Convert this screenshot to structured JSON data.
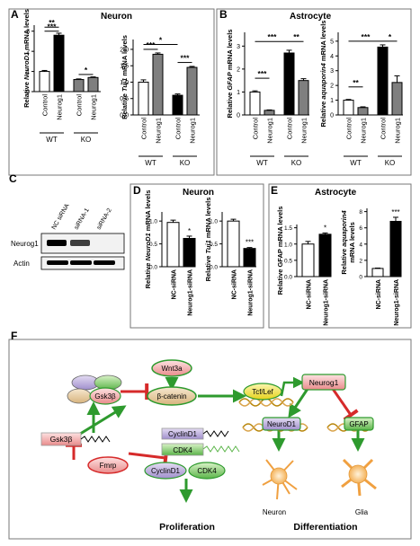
{
  "panels": {
    "A": {
      "letter": "A",
      "title": "Neuron"
    },
    "B": {
      "letter": "B",
      "title": "Astrocyte"
    },
    "C": {
      "letter": "C"
    },
    "D": {
      "letter": "D",
      "title": "Neuron"
    },
    "E": {
      "letter": "E",
      "title": "Astrocyte"
    },
    "F": {
      "letter": "F"
    }
  },
  "blot": {
    "lanes": [
      "NC siRNA",
      "siRNA-1",
      "siRNA-2"
    ],
    "rows": [
      "Neurog1",
      "Actin"
    ],
    "neurog1_intensity": [
      1.0,
      0.75,
      0.0
    ],
    "actin_intensity": [
      1.0,
      1.0,
      1.0
    ]
  },
  "chart_data": [
    {
      "id": "A1",
      "type": "bar",
      "ylabel_prefix": "Relative ",
      "ylabel_gene": "NeuroD1",
      "ylabel_suffix": " mRNA levels",
      "categories": [
        "Control",
        "Neurog1",
        "Control",
        "Neurog1"
      ],
      "groups": [
        {
          "label": "WT",
          "from": 0,
          "to": 1
        },
        {
          "label": "KO",
          "from": 2,
          "to": 3
        }
      ],
      "values": [
        1.0,
        2.8,
        0.6,
        0.7
      ],
      "errors": [
        0.05,
        0.1,
        0.03,
        0.03
      ],
      "colors": [
        "white",
        "black",
        "gray",
        "gray"
      ],
      "yticks": [
        0,
        1,
        2,
        3
      ],
      "ylim": [
        0,
        3.3
      ],
      "sig": [
        {
          "from": 0,
          "to": 1,
          "label": "***",
          "y": 3.0
        },
        {
          "from": 0,
          "to": 1,
          "label": "**",
          "y": 3.2
        },
        {
          "from": 2,
          "to": 3,
          "label": "*",
          "y": 0.85
        }
      ]
    },
    {
      "id": "A2",
      "type": "bar",
      "ylabel_prefix": "Relative ",
      "ylabel_gene": "Tuj1",
      "ylabel_suffix": " mRNA levels",
      "categories": [
        "Control",
        "Neurog1",
        "Control",
        "Neurog1"
      ],
      "groups": [
        {
          "label": "WT",
          "from": 0,
          "to": 1
        },
        {
          "label": "KO",
          "from": 2,
          "to": 3
        }
      ],
      "values": [
        1.0,
        1.85,
        0.6,
        1.45
      ],
      "errors": [
        0.07,
        0.04,
        0.04,
        0.03
      ],
      "colors": [
        "white",
        "gray",
        "black",
        "gray"
      ],
      "yticks": [
        0.0,
        0.5,
        1.0,
        1.5,
        2.0
      ],
      "ylim": [
        0,
        2.3
      ],
      "sig": [
        {
          "from": 0,
          "to": 1,
          "label": "***",
          "y": 2.0
        },
        {
          "from": 0,
          "to": 2,
          "label": "*",
          "y": 2.15
        },
        {
          "from": 2,
          "to": 3,
          "label": "***",
          "y": 1.6
        }
      ]
    },
    {
      "id": "B1",
      "type": "bar",
      "ylabel_prefix": "Relative ",
      "ylabel_gene": "GFAP",
      "ylabel_suffix": " mRNA levels",
      "categories": [
        "Control",
        "Neurog1",
        "Control",
        "Neurog1"
      ],
      "groups": [
        {
          "label": "WT",
          "from": 0,
          "to": 1
        },
        {
          "label": "KO",
          "from": 2,
          "to": 3
        }
      ],
      "values": [
        1.0,
        0.2,
        2.7,
        1.5
      ],
      "errors": [
        0.05,
        0.02,
        0.12,
        0.08
      ],
      "colors": [
        "white",
        "gray",
        "black",
        "gray"
      ],
      "yticks": [
        0,
        1,
        2,
        3
      ],
      "ylim": [
        0,
        3.6
      ],
      "sig": [
        {
          "from": 0,
          "to": 1,
          "label": "***",
          "y": 1.6
        },
        {
          "from": 0,
          "to": 2,
          "label": "***",
          "y": 3.2
        },
        {
          "from": 2,
          "to": 3,
          "label": "**",
          "y": 3.2
        }
      ]
    },
    {
      "id": "B2",
      "type": "bar",
      "ylabel_prefix": "Relative ",
      "ylabel_gene": "aquaporin4",
      "ylabel_suffix": " mRNA levels",
      "categories": [
        "Control",
        "Neurog1",
        "Control",
        "Neurog1"
      ],
      "groups": [
        {
          "label": "WT",
          "from": 0,
          "to": 1
        },
        {
          "label": "KO",
          "from": 2,
          "to": 3
        }
      ],
      "values": [
        1.0,
        0.5,
        4.6,
        2.2
      ],
      "errors": [
        0.05,
        0.05,
        0.15,
        0.45
      ],
      "colors": [
        "white",
        "gray",
        "black",
        "gray"
      ],
      "yticks": [
        0,
        1,
        2,
        3,
        4,
        5
      ],
      "ylim": [
        0,
        5.6
      ],
      "sig": [
        {
          "from": 0,
          "to": 1,
          "label": "**",
          "y": 1.9
        },
        {
          "from": 0,
          "to": 2,
          "label": "***",
          "y": 5.0
        },
        {
          "from": 2,
          "to": 3,
          "label": "*",
          "y": 5.0
        }
      ]
    },
    {
      "id": "D1",
      "type": "bar",
      "ylabel_prefix": "Relative ",
      "ylabel_gene": "NeuroD1",
      "ylabel_suffix": " mRNA levels",
      "categories": [
        "NC-siRNA",
        "Neurog1-siRNA"
      ],
      "values": [
        0.97,
        0.62
      ],
      "errors": [
        0.05,
        0.05
      ],
      "colors": [
        "white",
        "black"
      ],
      "yticks": [
        0.0,
        0.5,
        1.0
      ],
      "ylim": [
        0,
        1.2
      ],
      "sig": [
        {
          "bar": 1,
          "label": "*"
        }
      ]
    },
    {
      "id": "D2",
      "type": "bar",
      "ylabel_prefix": "Relative ",
      "ylabel_gene": "Tuj1",
      "ylabel_suffix": " mRNA levels",
      "categories": [
        "NC-siRNA",
        "Neurog1-siRNA"
      ],
      "values": [
        1.0,
        0.4
      ],
      "errors": [
        0.04,
        0.02
      ],
      "colors": [
        "white",
        "black"
      ],
      "yticks": [
        0.0,
        0.5,
        1.0
      ],
      "ylim": [
        0,
        1.2
      ],
      "sig": [
        {
          "bar": 1,
          "label": "***"
        }
      ]
    },
    {
      "id": "E1",
      "type": "bar",
      "ylabel_prefix": "",
      "ylabel_gene": "",
      "ylabel_suffix": "Relative GFAP mRNA levels",
      "categories": [
        "NC-siRNA",
        "Neurog1-siRNA"
      ],
      "values": [
        1.0,
        1.3
      ],
      "errors": [
        0.08,
        0.04
      ],
      "colors": [
        "white",
        "black"
      ],
      "yticks": [
        0.0,
        0.5,
        1.0,
        1.5
      ],
      "ylim": [
        0,
        1.6
      ],
      "sig": [
        {
          "bar": 1,
          "label": "*"
        }
      ]
    },
    {
      "id": "E2",
      "type": "bar",
      "ylabel_prefix": "Relative ",
      "ylabel_gene": "aquaporin4",
      "ylabel_suffix": "",
      "ylabel2": "mRNA levels",
      "categories": [
        "NC-siRNA",
        "Neurog1-siRNA"
      ],
      "values": [
        1.0,
        6.8
      ],
      "errors": [
        0.05,
        0.5
      ],
      "colors": [
        "white",
        "black"
      ],
      "yticks": [
        0,
        2,
        4,
        6,
        8
      ],
      "ylim": [
        0,
        8.4
      ],
      "sig": [
        {
          "bar": 1,
          "label": "***"
        }
      ]
    }
  ],
  "diagram": {
    "nodes": {
      "wnt3a": "Wnt3a",
      "gsk3b_complex": "Gsk3β",
      "beta_catenin": "β-catenin",
      "tcf_lef": "Tcf/Lef",
      "neurog1": "Neurog1",
      "gsk3b": "Gsk3β",
      "fmrp": "Fmrp",
      "cyclind1_top": "CyclinD1",
      "cdk4_top": "CDK4",
      "neurod1": "NeuroD1",
      "gfap": "GFAP",
      "cyclind1_bottom": "CyclinD1",
      "cdk4_bottom": "CDK4"
    },
    "labels": {
      "neuron": "Neuron",
      "glia": "Glia",
      "proliferation": "Proliferation",
      "differentiation": "Differentiation"
    },
    "colors": {
      "green": "#2e9a2e",
      "red": "#d62a2a",
      "pink": "#f3b1b1",
      "yellow": "#f2e33c"
    }
  }
}
